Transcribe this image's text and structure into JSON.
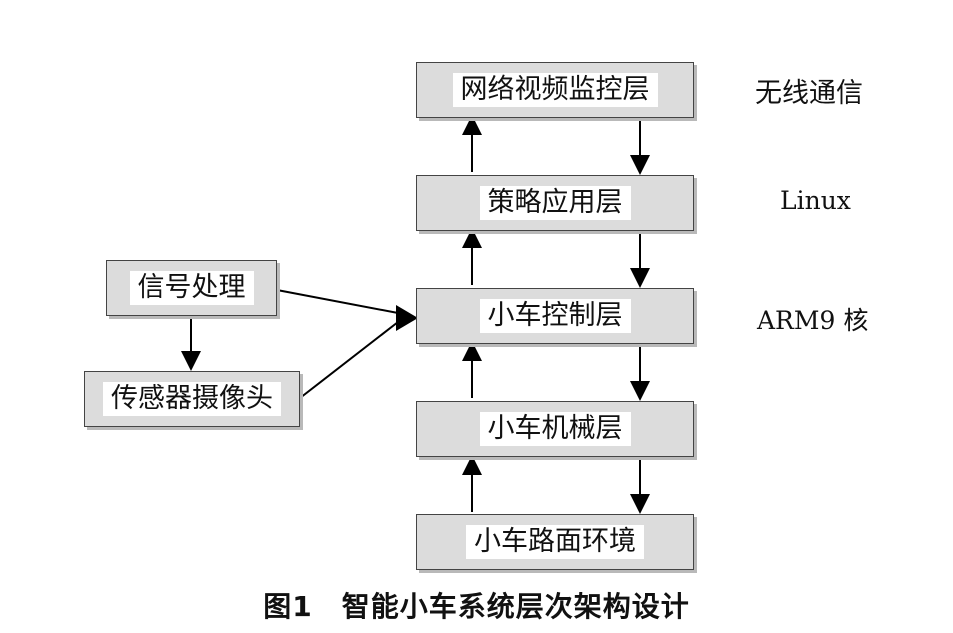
{
  "layers": {
    "network_video": "网络视频监控层",
    "strategy_app": "策略应用层",
    "car_control": "小车控制层",
    "car_mechanical": "小车机械层",
    "road_environment": "小车路面环境"
  },
  "side_modules": {
    "signal_processing": "信号处理",
    "sensor_camera": "传感器摄像头"
  },
  "annotations": {
    "wireless": "无线通信",
    "linux": "Linux",
    "arm9": "ARM9 核"
  },
  "caption": "图1　智能小车系统层次架构设计"
}
